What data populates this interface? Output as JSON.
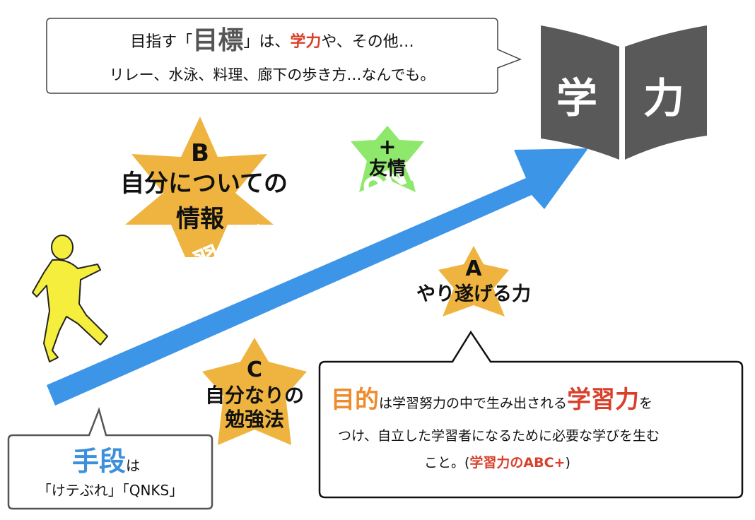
{
  "goal_box": {
    "line1_a": "目指す「",
    "line1_goal": "目標",
    "line1_b": "」は、",
    "line1_academic": "学力",
    "line1_c": "や、その他…",
    "line2": "リレー、水泳、料理、廊下の歩き方…なんでも。"
  },
  "book": {
    "left_char": "学",
    "right_char": "力"
  },
  "arrow": {
    "label": "学　習　けテぶれ×QNKS"
  },
  "stars": {
    "a": {
      "letter": "A",
      "label": "やり遂げる力"
    },
    "b": {
      "letter": "B",
      "line1": "自分についての",
      "line2": "情報"
    },
    "c": {
      "letter": "C",
      "line1": "自分なりの",
      "line2": "勉強法"
    },
    "plus": {
      "symbol": "+",
      "label": "友情"
    }
  },
  "means_box": {
    "title": "手段",
    "title_suffix": "は",
    "items": "「けテぶれ」「QNKS」"
  },
  "purpose_box": {
    "title": "目的",
    "line1_a": "は学習努力の中で生み出される",
    "line1_b": "学習力",
    "line1_c": "を",
    "line2": "つけ、自立した学習者になるために必要な学びを生む",
    "line3_a": "こと。(",
    "line3_b": "学習力のABC+",
    "line3_c": ")"
  },
  "colors": {
    "arrow": "#3d95e8",
    "star": "#eeb43f",
    "plus_star": "#8ee86b",
    "book": "#595959",
    "runner": "#f6ee3c",
    "accent_red": "#d9402b",
    "accent_orange": "#ef8b2b",
    "accent_blue": "#3b8fdb"
  },
  "icons": [
    "runner-icon",
    "book-icon"
  ]
}
